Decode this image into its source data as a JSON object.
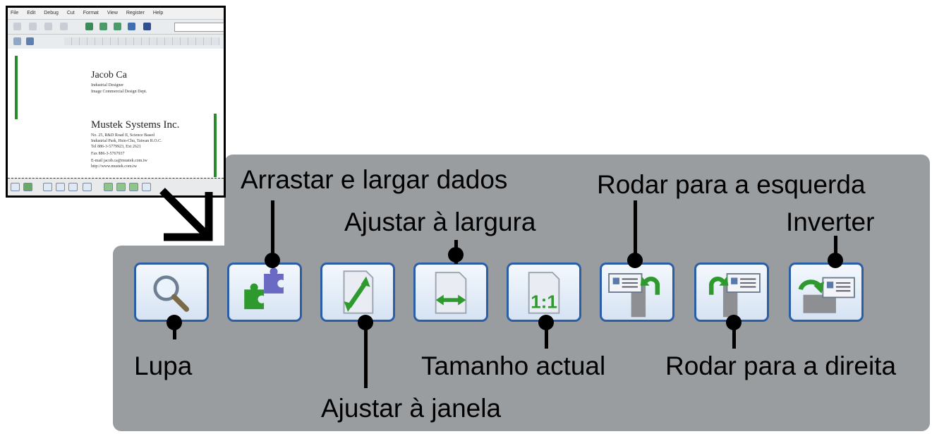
{
  "thumbnail": {
    "menu": [
      "File",
      "Edit",
      "Debug",
      "Cut",
      "Format",
      "View",
      "Register",
      "Help"
    ],
    "card_name": "Jacob Ca",
    "card_title": "Industrial Designer",
    "card_dept": "Image Commercial Design Dept.",
    "company": "Mustek Systems Inc.",
    "address1": "No. 25, R&D Road II, Science Based",
    "address2": "Industrial Park, Hsin-Chu, Taiwan R.O.C.",
    "tel": "Tel 886-3-5779923, Ext 2621",
    "fax": "Fax 886-3-5767937",
    "email": "E-mail jacob.ca@mustek.com.tw",
    "web": "http://www.mustek.com.tw"
  },
  "labels": {
    "lupa": "Lupa",
    "arrastar": "Arrastar e largar dados",
    "ajustar_janela": "Ajustar à janela",
    "ajustar_largura": "Ajustar à largura",
    "tamanho_actual": "Tamanho actual",
    "rodar_esquerda": "Rodar para a esquerda",
    "rodar_direita": "Rodar para a direita",
    "inverter": "Inverter"
  },
  "icons": {
    "lupa": "magnifier-icon",
    "arrastar": "puzzle-icon",
    "ajustar_janela": "fit-to-window-icon",
    "ajustar_largura": "fit-to-width-icon",
    "tamanho_actual": "actual-size-icon",
    "rodar_esquerda": "rotate-left-icon",
    "rodar_direita": "rotate-right-icon",
    "inverter": "flip-icon"
  },
  "colors": {
    "panel": "#9a9da0",
    "button_border": "#2c5ea8",
    "icon_green": "#2e9a2e"
  }
}
